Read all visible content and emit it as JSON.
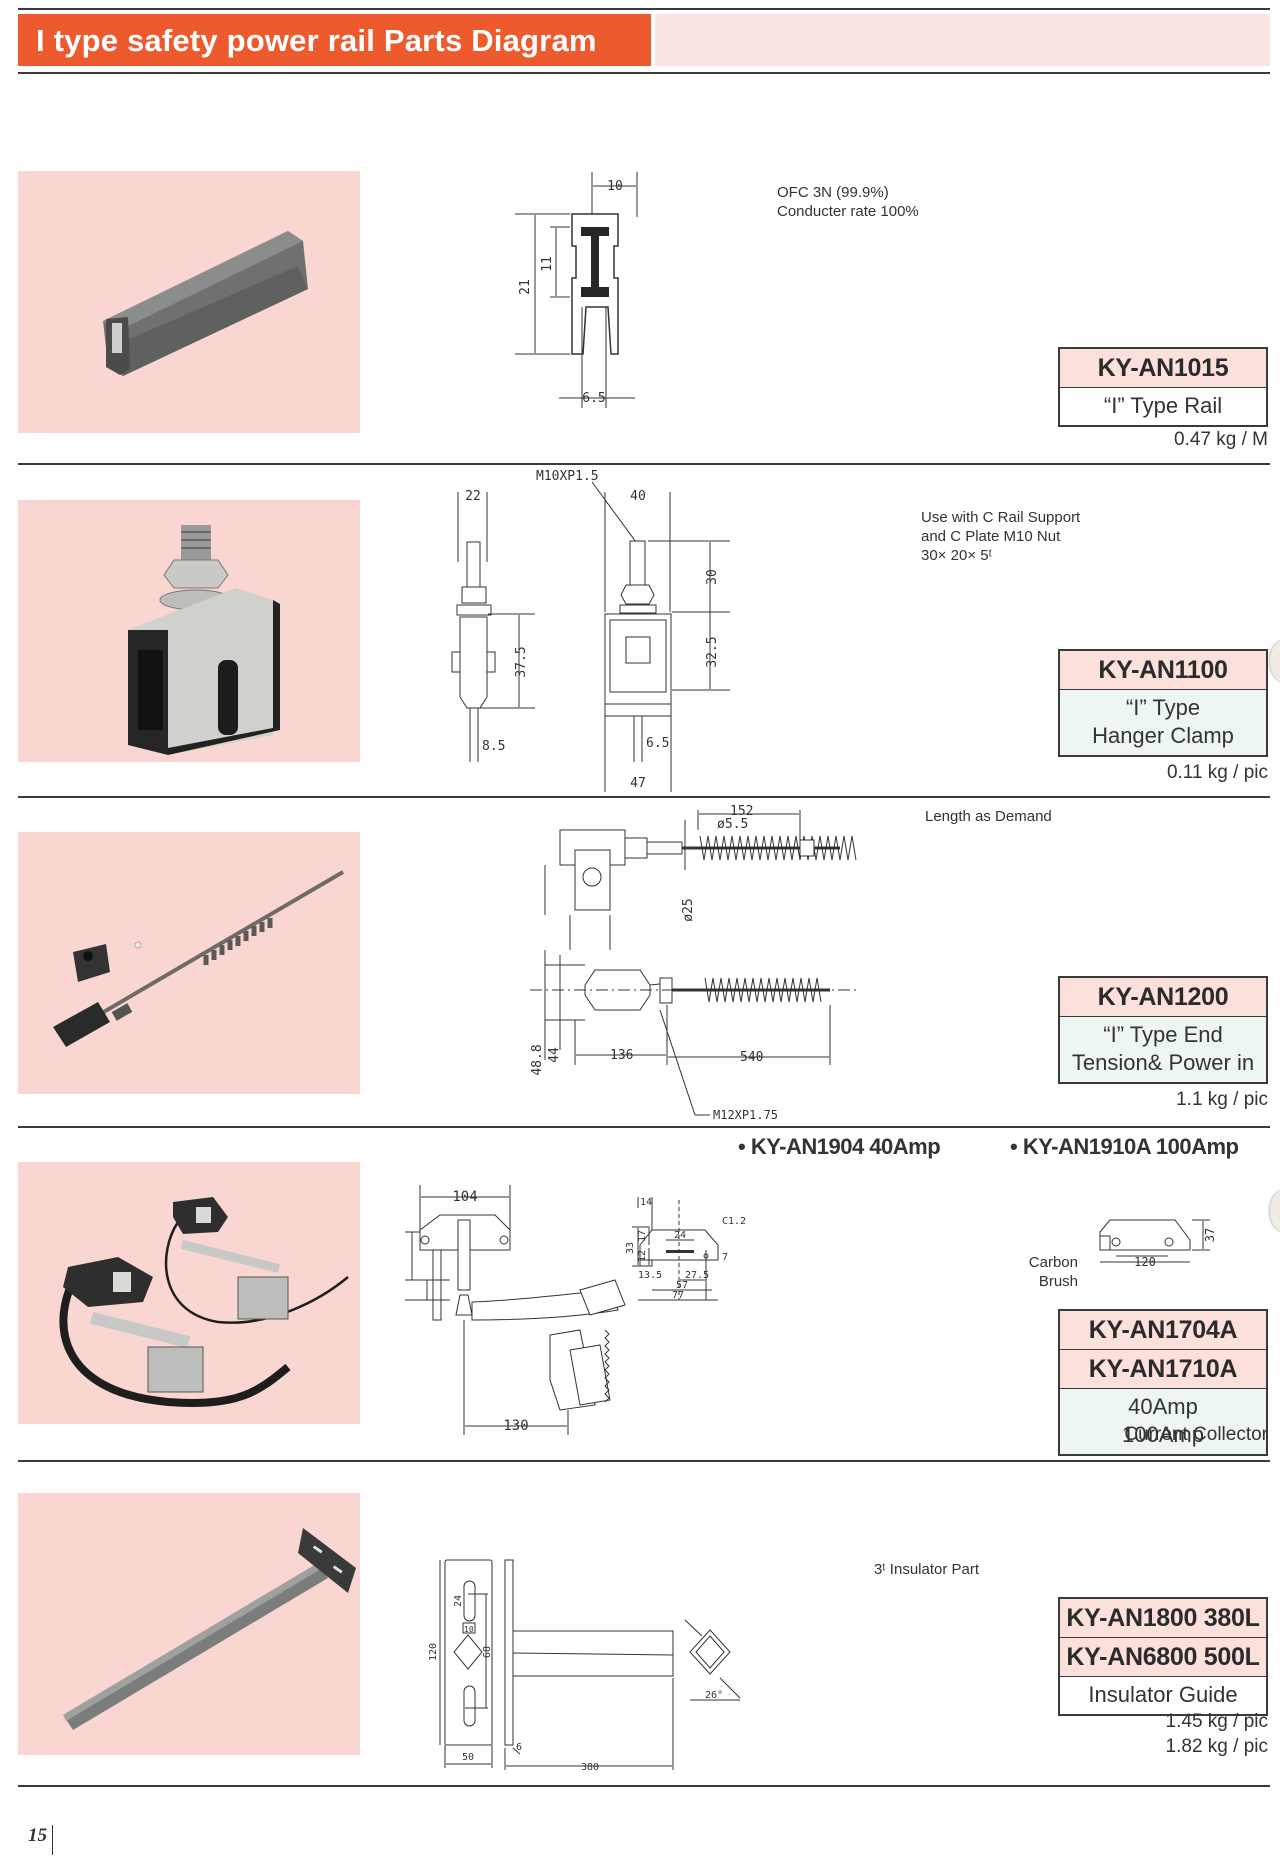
{
  "header": {
    "title": "I type safety power rail Parts Diagram"
  },
  "colors": {
    "title_bar": "#ec5a2e",
    "title_fill": "#fbe4e1",
    "photo_bg": "#fad6d3",
    "code_bg": "#fbe0dc",
    "desc_tint_bg": "#eef6f3"
  },
  "sections": [
    {
      "photo": "i-type-rail-photo",
      "notes": [
        "OFC 3N (99.9%)",
        "Conducter rate 100%"
      ],
      "dimensions": {
        "width_top": "10",
        "height_total": "21",
        "height_inner": "11",
        "gap_bottom": "6.5"
      },
      "codes": [
        "KY-AN1015"
      ],
      "description": [
        "“I” Type Rail"
      ],
      "weights": [
        "0.47 kg / M"
      ]
    },
    {
      "photo": "hanger-clamp-photo",
      "notes": [
        "Use with C Rail Support",
        "and C Plate M10 Nut",
        "30× 20× 5ᵗ"
      ],
      "dimensions": {
        "thread": "M10XP1.5",
        "side_width": "22",
        "side_height": "37.5",
        "side_gap": "8.5",
        "front_top_width": "40",
        "bolt_height": "30",
        "body_height": "32.5",
        "slot": "6.5",
        "bottom_width": "47"
      },
      "codes": [
        "KY-AN1100"
      ],
      "description": [
        "“I” Type",
        "Hanger Clamp"
      ],
      "weights": [
        "0.11 kg / pic"
      ]
    },
    {
      "photo": "end-tension-photo",
      "notes": [
        "Length as Demand"
      ],
      "dimensions": {
        "spring_length": "152",
        "rod_dia": "ø5.5",
        "spring_dia": "ø25",
        "h1": "48.8",
        "h2": "44",
        "body_length": "136",
        "total_length": "540",
        "thread": "M12XP1.75"
      },
      "codes": [
        "KY-AN1200"
      ],
      "description": [
        "“I” Type End",
        "Tension& Power in"
      ],
      "weights": [
        "1.1 kg / pic"
      ]
    },
    {
      "photo": "current-collector-photo",
      "variants": [
        "• KY-AN1904 40Amp",
        "• KY-AN1910A 100Amp"
      ],
      "notes": [
        "Carbon",
        "Brush"
      ],
      "dimensions": {
        "head_width": "104",
        "arm_length": "130",
        "d14": "14",
        "c12": "C1.2",
        "d33": "33",
        "d17": "17",
        "d12": "12",
        "d24": "24",
        "d7": "7",
        "d135": "13.5",
        "d275": "27.5",
        "d57": "57",
        "d77": "77",
        "d120": "120",
        "d37": "37"
      },
      "codes": [
        "KY-AN1704A",
        "KY-AN1710A"
      ],
      "description": [
        "40Amp",
        "100Amp"
      ],
      "weights": [
        "Current Collector"
      ]
    },
    {
      "photo": "insulator-guide-photo",
      "notes": [
        "3ᵗ Insulator Part"
      ],
      "dimensions": {
        "plate_height": "120",
        "slot_len": "24",
        "slot_w": "10",
        "hole_pitch": "68",
        "plate_width": "50",
        "plate_thick": "6",
        "arm_length": "380",
        "angle": "26°"
      },
      "codes": [
        "KY-AN1800 380L",
        "KY-AN6800 500L"
      ],
      "description": [
        "Insulator Guide"
      ],
      "weights": [
        "1.45 kg / pic",
        "1.82 kg / pic"
      ]
    }
  ],
  "footer": {
    "page_number": "15"
  }
}
